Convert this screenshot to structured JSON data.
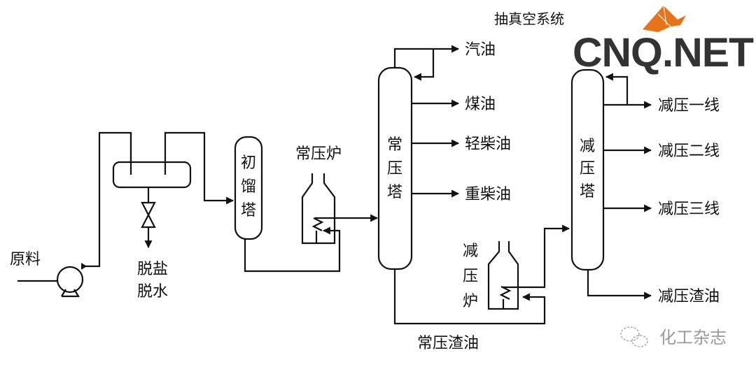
{
  "labels": {
    "feed": "原料",
    "desalt_1": "脱盐",
    "desalt_2": "脱水",
    "flash_tower": [
      "初",
      "馏",
      "塔"
    ],
    "atm_furnace": "常压炉",
    "atm_tower": [
      "常",
      "压",
      "塔"
    ],
    "gasoline": "汽油",
    "kerosene": "煤油",
    "light_diesel": "轻柴油",
    "heavy_diesel": "重柴油",
    "atm_residue": "常压渣油",
    "vac_furnace": [
      "减",
      "压",
      "炉"
    ],
    "vac_tower": [
      "减",
      "压",
      "塔"
    ],
    "vacuum_system": "抽真空系统",
    "vac_line_1": "减压一线",
    "vac_line_2": "减压二线",
    "vac_line_3": "减压三线",
    "vac_residue": "减压渣油"
  },
  "watermarks": {
    "logo": "CNQ.NET",
    "source": "化工杂志"
  },
  "colors": {
    "line": "#111111",
    "logo_text": "#333333",
    "logo_accent": "#e8741a",
    "source_text": "#9a9a9a"
  }
}
